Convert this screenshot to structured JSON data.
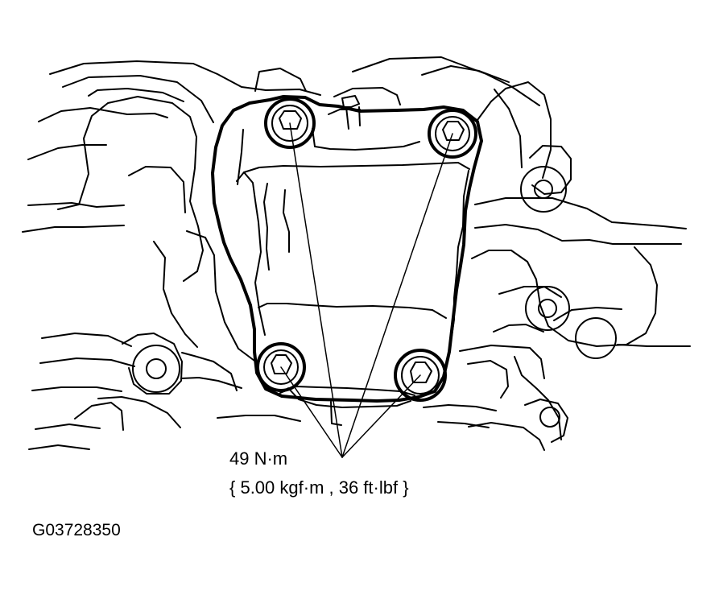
{
  "callout": {
    "torque_nm": "49 N·m",
    "torque_alt_units": "{ 5.00 kgf·m , 36 ft·lbf }"
  },
  "figure": {
    "code": "G03728350"
  },
  "drawing": {
    "stroke_color": "#000000",
    "background_color": "#ffffff"
  }
}
